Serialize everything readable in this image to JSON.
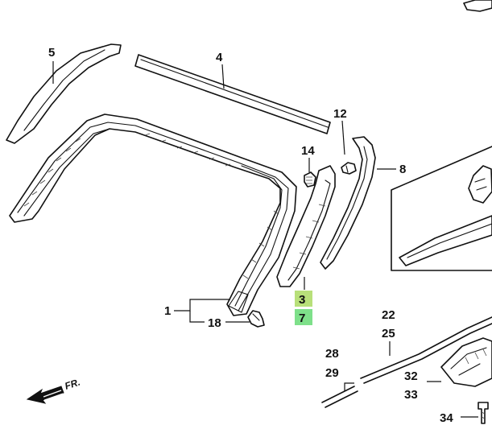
{
  "callouts": {
    "c5": "5",
    "c4": "4",
    "c12": "12",
    "c14": "14",
    "c8": "8",
    "c1": "1",
    "c18": "18",
    "c3": "3",
    "c7": "7",
    "c22": "22",
    "c25": "25",
    "c28": "28",
    "c29": "29",
    "c32": "32",
    "c33": "33",
    "c34": "34"
  },
  "direction_label": "FR.",
  "highlight_color": "#b8e07a",
  "highlight_color_alt": "#7ee08a",
  "icons": {
    "direction_arrow": "front-direction-arrow-icon"
  }
}
